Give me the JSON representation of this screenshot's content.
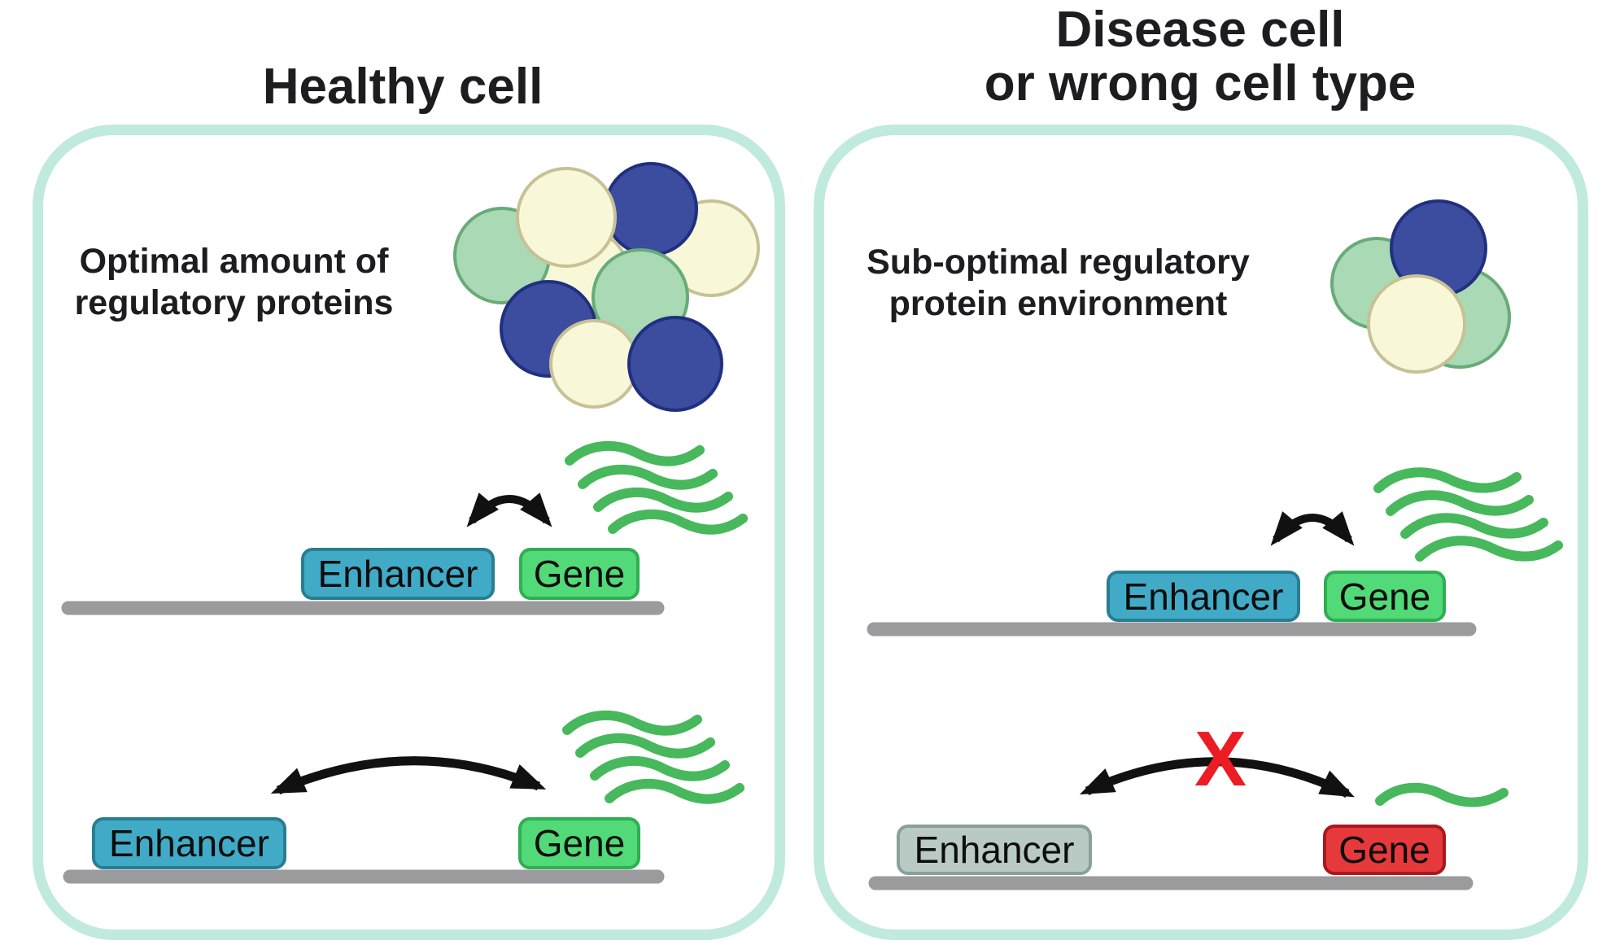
{
  "figure": {
    "description_visible_text_only": true,
    "panels": {
      "left": {
        "title": "Healthy cell",
        "subtitle": {
          "line1": "Optimal amount of",
          "line2": "regulatory proteins"
        },
        "rows": [
          {
            "enhancer_label": "Enhancer",
            "gene_label": "Gene"
          },
          {
            "enhancer_label": "Enhancer",
            "gene_label": "Gene"
          }
        ]
      },
      "right": {
        "title": {
          "line1": "Disease cell",
          "line2": "or wrong cell type"
        },
        "subtitle": {
          "line1": "Sub-optimal regulatory",
          "line2": "protein environment"
        },
        "rows": [
          {
            "enhancer_label": "Enhancer",
            "gene_label": "Gene"
          },
          {
            "enhancer_label": "Enhancer",
            "gene_label": "Gene",
            "blocked_mark": "X"
          }
        ]
      }
    },
    "colors": {
      "panel_border": "#bfeadd",
      "enhancer_active_fill": "#41abc7",
      "enhancer_active_border": "#287e91",
      "enhancer_inactive_fill": "#b9c9c3",
      "enhancer_inactive_border": "#86a19a",
      "gene_active_fill": "#52d978",
      "gene_active_border": "#2fae53",
      "gene_inactive_fill": "#e6393c",
      "gene_inactive_border": "#a9181c",
      "dna_line": "#9b9b9e",
      "rna_wave": "#47b85c",
      "protein_navy": "#3c4da0",
      "protein_green": "#a9d9b5",
      "protein_cream": "#f8f8d9",
      "arrow": "#111111",
      "x_mark": "#ec1c24",
      "text": "#1d1d1f"
    }
  }
}
